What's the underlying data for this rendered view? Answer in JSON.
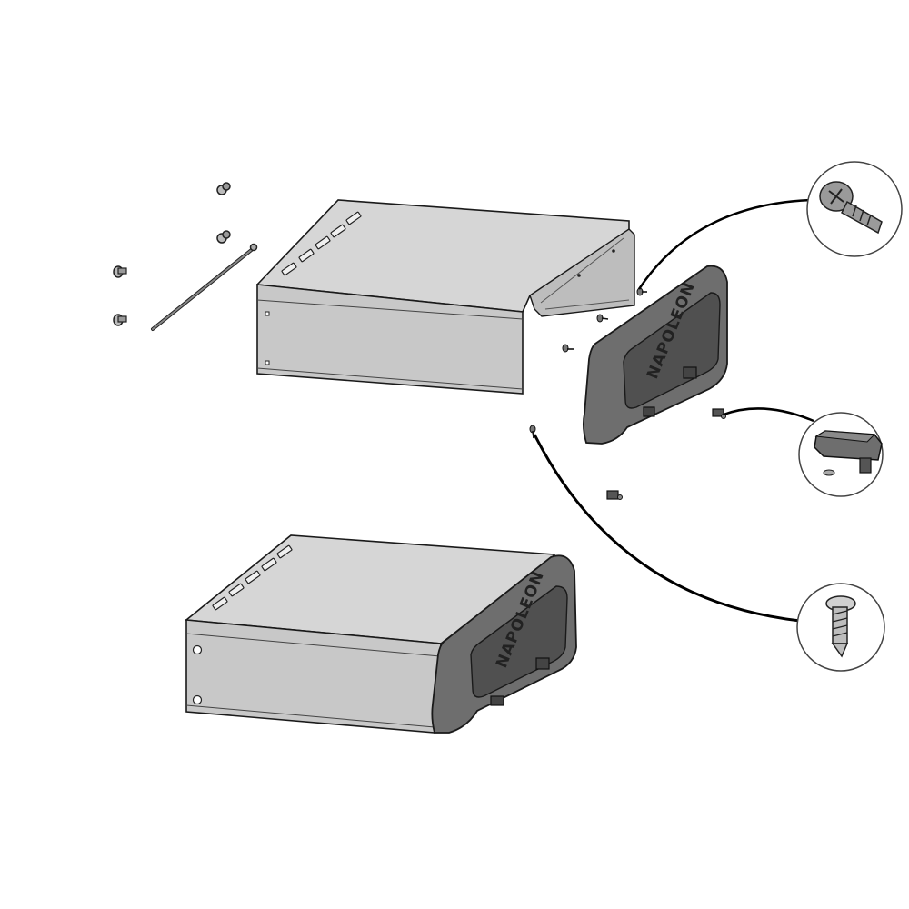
{
  "diagram": {
    "brand_text": "NAPOLEON",
    "colors": {
      "sheet_metal": "#c8c8c8",
      "sheet_metal_top": "#d6d6d6",
      "end_cap": "#6e6e6e",
      "end_cap_dark": "#505050",
      "outline": "#1a1a1a",
      "callout_line": "#000000"
    },
    "callouts": [
      {
        "id": "phillips-screw",
        "icon": "pan-head-screw-icon"
      },
      {
        "id": "clip",
        "icon": "retaining-clip-icon"
      },
      {
        "id": "self-drilling-screw",
        "icon": "self-drilling-screw-icon"
      }
    ]
  }
}
